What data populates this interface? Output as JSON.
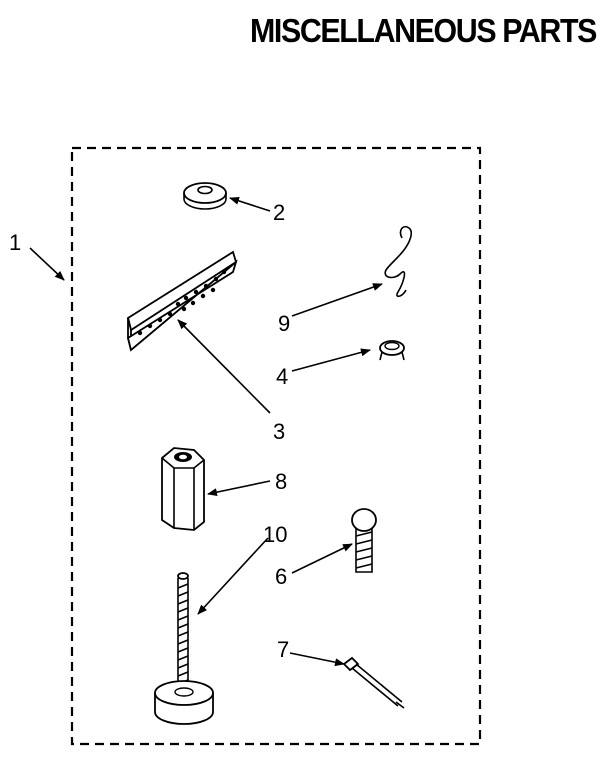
{
  "title": "MISCELLANEOUS PARTS",
  "callouts": {
    "c1": "1",
    "c2": "2",
    "c3": "3",
    "c4": "4",
    "c6": "6",
    "c7": "7",
    "c8": "8",
    "c9": "9",
    "c10": "10"
  },
  "colors": {
    "ink": "#000000",
    "paper": "#ffffff"
  }
}
